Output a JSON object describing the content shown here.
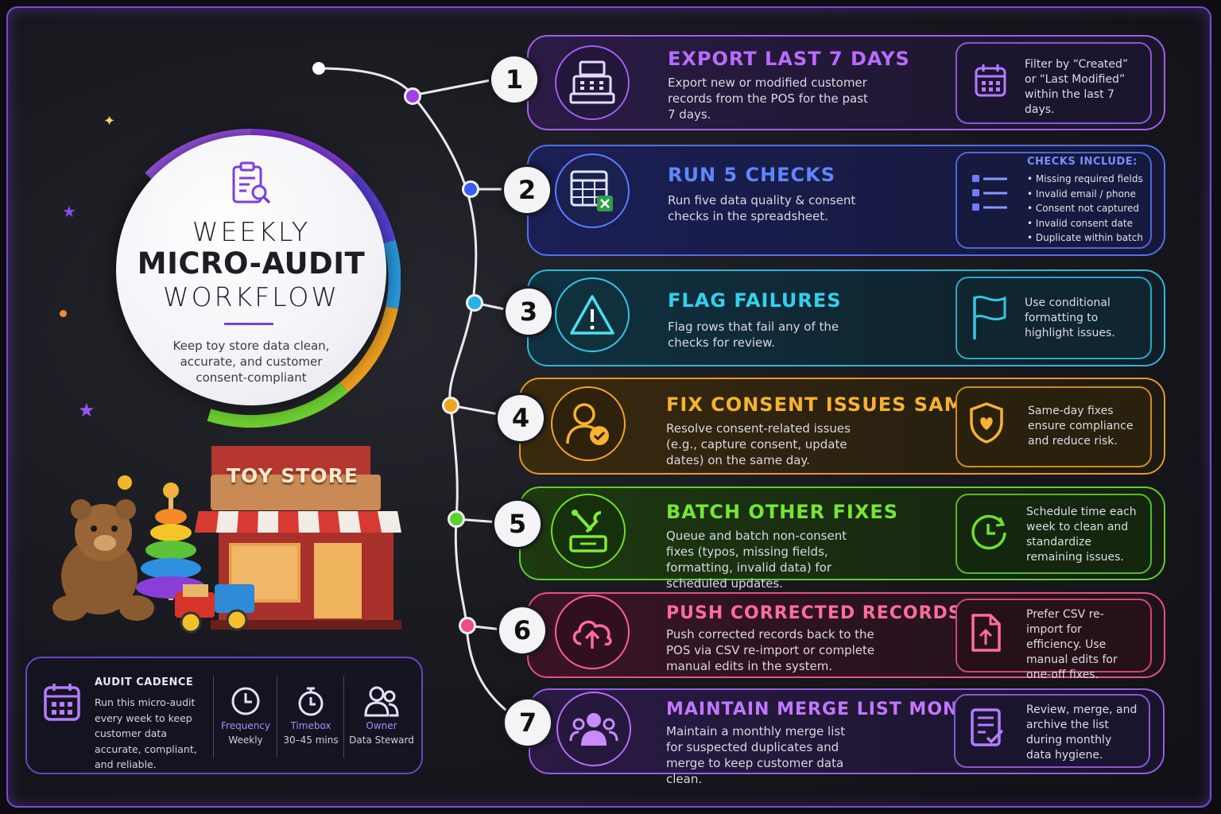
{
  "hero": {
    "title_line1": "WEEKLY",
    "title_line2": "MICRO-AUDIT",
    "title_line3": "WORKFLOW",
    "subtitle": "Keep toy store data clean, accurate, and customer consent-compliant",
    "icon": "clipboard-search-icon"
  },
  "store": {
    "sign": "TOY STORE"
  },
  "steps": [
    {
      "number": "1",
      "title": "EXPORT LAST 7 DAYS",
      "description": "Export new or modified customer records from the POS for the past 7 days.",
      "icon": "cash-register-icon",
      "side_icon": "calendar-icon",
      "side_text": "Filter by “Created” or “Last Modified” within the last 7 days.",
      "color": "#b15cff"
    },
    {
      "number": "2",
      "title": "RUN 5 CHECKS",
      "description": "Run five data quality & consent checks in the spreadsheet.",
      "icon": "spreadsheet-icon",
      "side_icon": "checklist-icon",
      "side_title": "CHECKS INCLUDE:",
      "side_list": [
        "Missing required fields",
        "Invalid email / phone",
        "Consent not captured",
        "Invalid consent date",
        "Duplicate within batch"
      ],
      "color": "#5a7cff"
    },
    {
      "number": "3",
      "title": "FLAG FAILURES",
      "description": "Flag rows that fail any of the checks for review.",
      "icon": "warning-icon",
      "side_icon": "flag-icon",
      "side_text": "Use conditional formatting to highlight issues.",
      "color": "#2fc7e6"
    },
    {
      "number": "4",
      "title": "FIX CONSENT ISSUES SAME DAY",
      "description": "Resolve consent-related issues (e.g., capture consent, update dates) on the same day.",
      "icon": "user-check-icon",
      "side_icon": "shield-heart-icon",
      "side_text": "Same-day fixes ensure compliance and reduce risk.",
      "color": "#f2a523"
    },
    {
      "number": "5",
      "title": "BATCH OTHER FIXES",
      "description": "Queue and batch non-consent fixes (typos, missing fields, formatting, invalid data) for scheduled updates.",
      "icon": "tools-icon",
      "side_icon": "clock-icon",
      "side_text": "Schedule time each week to clean and standardize remaining issues.",
      "color": "#6ee02c"
    },
    {
      "number": "6",
      "title": "PUSH CORRECTED RECORDS",
      "description": "Push corrected records back to the POS via CSV re-import or complete manual edits in the system.",
      "icon": "cloud-upload-icon",
      "side_icon": "file-upload-icon",
      "side_text": "Prefer CSV re-import for efficiency. Use manual edits for one-off fixes.",
      "color": "#ff5f93"
    },
    {
      "number": "7",
      "title": "MAINTAIN MERGE LIST MONTHLY",
      "description": "Maintain a monthly merge list for suspected duplicates and merge to keep customer data clean.",
      "icon": "users-group-icon",
      "side_icon": "list-check-icon",
      "side_text": "Review, merge, and archive the list during monthly data hygiene.",
      "color": "#b86bff"
    }
  ],
  "cadence": {
    "title": "AUDIT CADENCE",
    "text": "Run this micro-audit every week to keep customer data accurate, compliant, and reliable.",
    "items": [
      {
        "label": "Frequency",
        "value": "Weekly",
        "icon": "clock-icon"
      },
      {
        "label": "Timebox",
        "value": "30–45 mins",
        "icon": "stopwatch-icon"
      },
      {
        "label": "Owner",
        "value": "Data Steward",
        "icon": "people-icon"
      }
    ]
  }
}
